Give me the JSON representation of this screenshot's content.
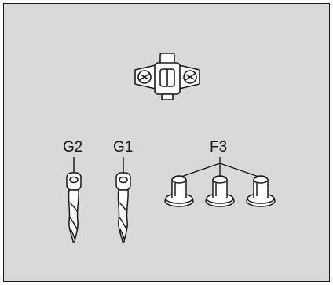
{
  "labels": {
    "g2": "G2",
    "g1": "G1",
    "f3": "F3"
  },
  "colors": {
    "background": "#d9d9d9",
    "part_fill": "#ffffff",
    "line": "#1a1a1a"
  },
  "icons": {
    "bracket": "hinge-mounting-plate-icon",
    "screw": "wood-screw-icon",
    "bushing": "plug-bushing-icon"
  }
}
